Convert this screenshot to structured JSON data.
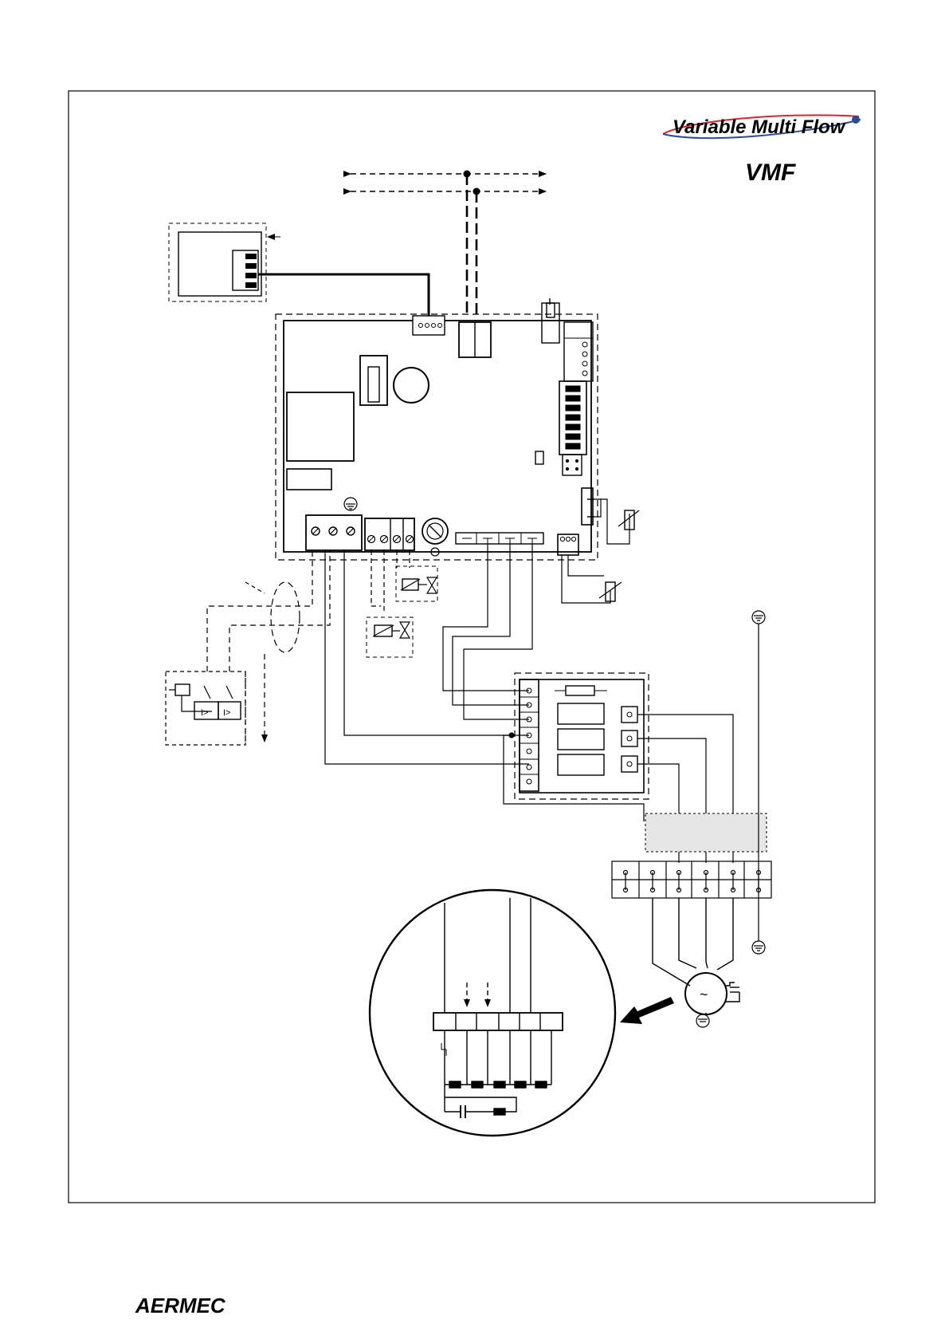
{
  "logo": {
    "line1": "Variable Multi Flow",
    "line2": "VMF"
  },
  "footer": {
    "brand": "AERMEC"
  },
  "colors": {
    "ink": "#000000",
    "logo_red": "#d9262c",
    "logo_blue": "#2a4a9a",
    "shade": "#e6e6e6"
  }
}
